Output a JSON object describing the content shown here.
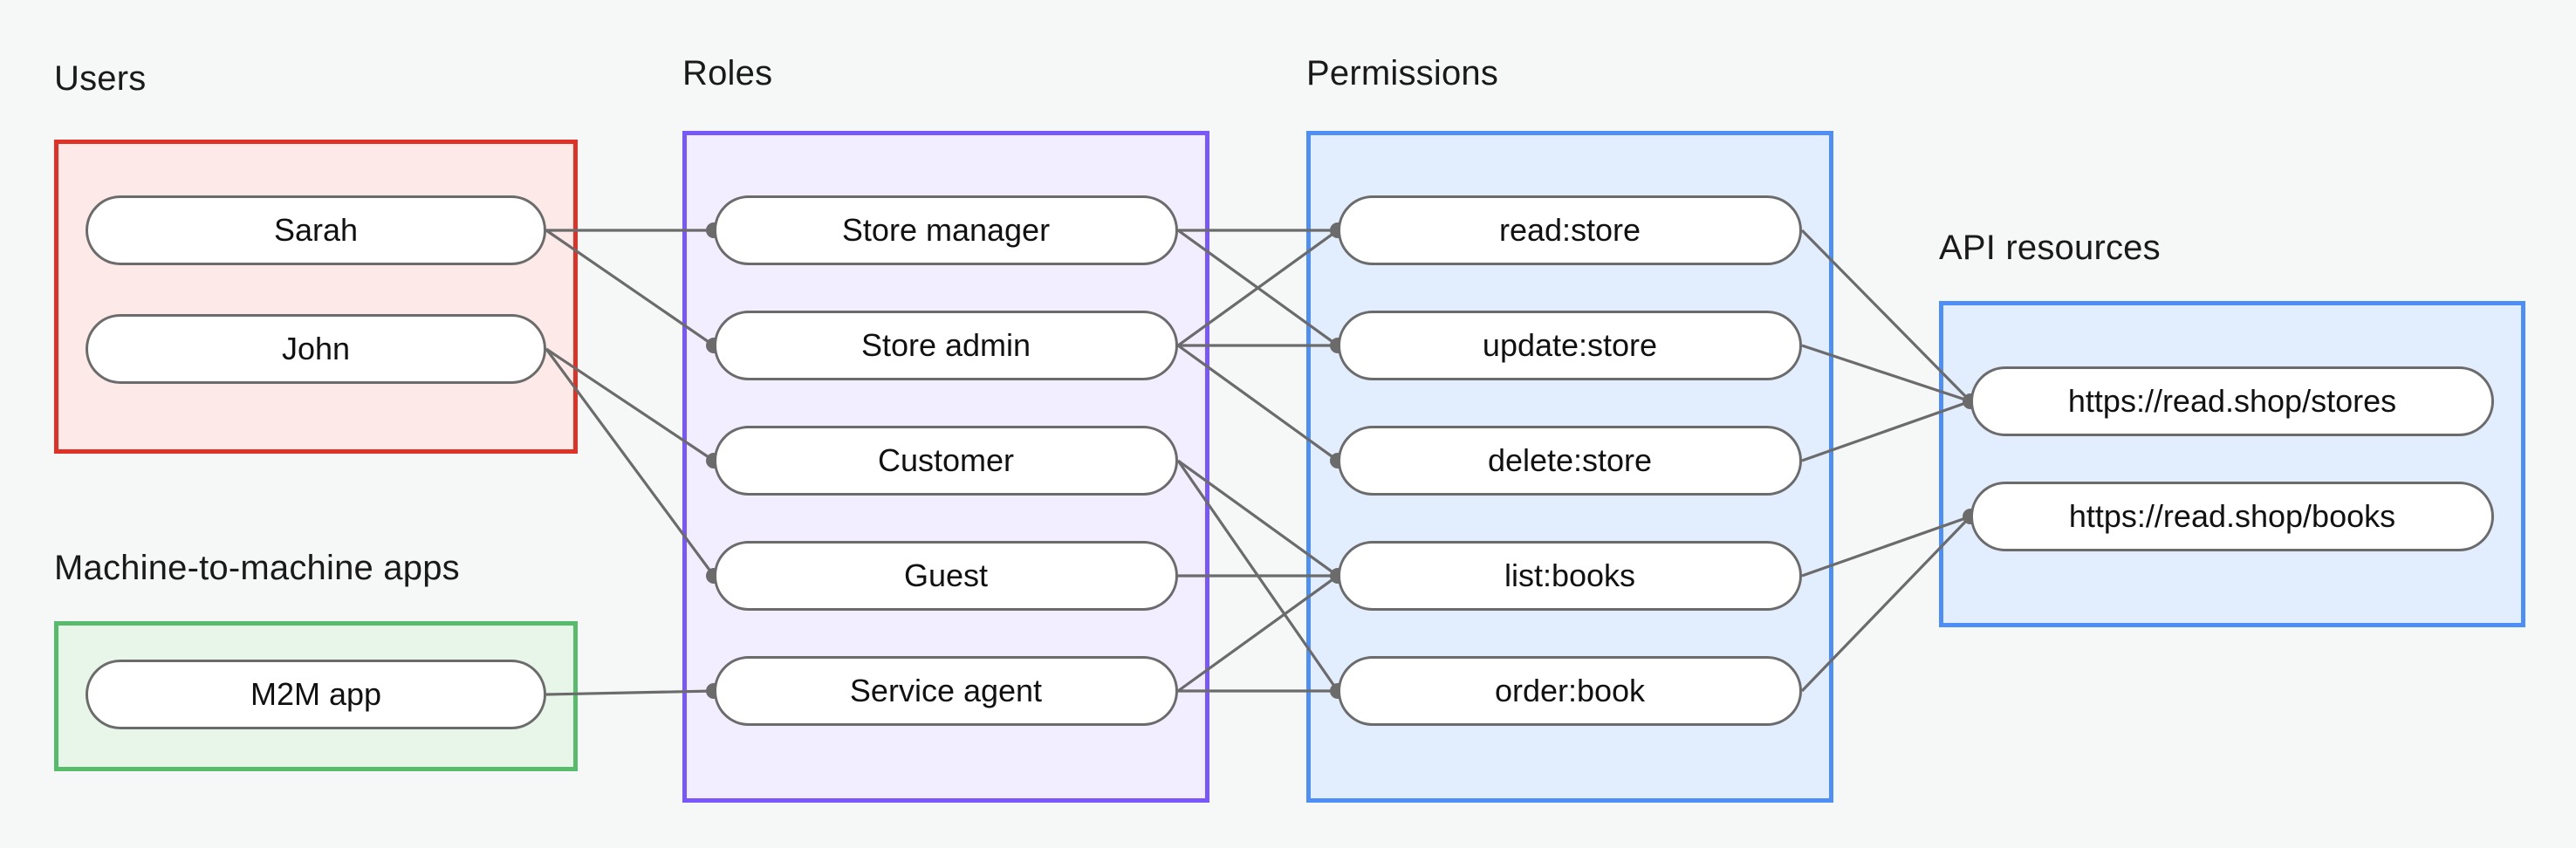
{
  "diagram": {
    "title_users": "Users",
    "title_m2m": "Machine-to-machine apps",
    "title_roles": "Roles",
    "title_permissions": "Permissions",
    "title_api": "API resources",
    "colors": {
      "users_border": "#e03127",
      "users_fill": "#fde9e7",
      "m2m_border": "#56bb6a",
      "m2m_fill": "#e7f6e9",
      "roles_border": "#7857ff",
      "roles_fill": "#f3eeff",
      "permissions_border": "#4d8ef7",
      "permissions_fill": "#e2eefe",
      "api_border": "#4d8ef7",
      "api_fill": "#e2eefe",
      "edge": "#6b6b6b",
      "node_border": "#6b6b6b",
      "node_fill": "#ffffff",
      "background": "#f6f8f7"
    },
    "columns": {
      "users": {
        "label": "Users",
        "nodes": [
          {
            "id": "sarah",
            "label": "Sarah"
          },
          {
            "id": "john",
            "label": "John"
          }
        ]
      },
      "m2m": {
        "label": "Machine-to-machine apps",
        "nodes": [
          {
            "id": "m2m-app",
            "label": "M2M app"
          }
        ]
      },
      "roles": {
        "label": "Roles",
        "nodes": [
          {
            "id": "store-manager",
            "label": "Store manager"
          },
          {
            "id": "store-admin",
            "label": "Store admin"
          },
          {
            "id": "customer",
            "label": "Customer"
          },
          {
            "id": "guest",
            "label": "Guest"
          },
          {
            "id": "service-agent",
            "label": "Service agent"
          }
        ]
      },
      "permissions": {
        "label": "Permissions",
        "nodes": [
          {
            "id": "read-store",
            "label": "read:store"
          },
          {
            "id": "update-store",
            "label": "update:store"
          },
          {
            "id": "delete-store",
            "label": "delete:store"
          },
          {
            "id": "list-books",
            "label": "list:books"
          },
          {
            "id": "order-book",
            "label": "order:book"
          }
        ]
      },
      "api": {
        "label": "API resources",
        "nodes": [
          {
            "id": "stores-url",
            "label": "https://read.shop/stores"
          },
          {
            "id": "books-url",
            "label": "https://read.shop/books"
          }
        ]
      }
    },
    "edges": [
      {
        "from": "sarah",
        "to": "store-manager"
      },
      {
        "from": "sarah",
        "to": "store-admin"
      },
      {
        "from": "john",
        "to": "customer"
      },
      {
        "from": "john",
        "to": "guest"
      },
      {
        "from": "m2m-app",
        "to": "service-agent"
      },
      {
        "from": "store-manager",
        "to": "read-store"
      },
      {
        "from": "store-manager",
        "to": "update-store"
      },
      {
        "from": "store-admin",
        "to": "read-store"
      },
      {
        "from": "store-admin",
        "to": "update-store"
      },
      {
        "from": "store-admin",
        "to": "delete-store"
      },
      {
        "from": "customer",
        "to": "list-books"
      },
      {
        "from": "customer",
        "to": "order-book"
      },
      {
        "from": "guest",
        "to": "list-books"
      },
      {
        "from": "service-agent",
        "to": "list-books"
      },
      {
        "from": "service-agent",
        "to": "order-book"
      },
      {
        "from": "read-store",
        "to": "stores-url"
      },
      {
        "from": "update-store",
        "to": "stores-url"
      },
      {
        "from": "delete-store",
        "to": "stores-url"
      },
      {
        "from": "list-books",
        "to": "books-url"
      },
      {
        "from": "order-book",
        "to": "books-url"
      }
    ]
  }
}
